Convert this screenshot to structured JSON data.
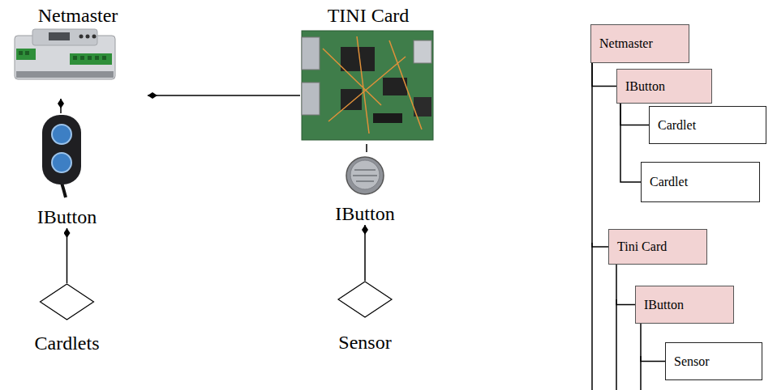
{
  "diagram": {
    "nodes": [
      {
        "text": [
          "Netmaster"
        ]
      },
      {
        "text": [
          "TINI Card"
        ]
      },
      {
        "text": [
          "IButton"
        ]
      },
      {
        "text": [
          "IButton"
        ]
      },
      {
        "text": [
          "Cardlets"
        ]
      },
      {
        "text": [
          "Sensor"
        ]
      },
      {
        "text": [
          "Netmaster"
        ]
      },
      {
        "text": [
          "IButton"
        ]
      },
      {
        "text": [
          "Cardlet"
        ]
      },
      {
        "text": [
          "Cardlet"
        ]
      },
      {
        "text": [
          "Tini Card"
        ]
      },
      {
        "text": [
          "IButton"
        ]
      },
      {
        "text": [
          "Sensor"
        ]
      }
    ],
    "edges": [
      {
        "from": 1,
        "to": 0,
        "arrow": "to"
      },
      {
        "from": 2,
        "to": 0,
        "arrow": "to"
      },
      {
        "from": 4,
        "to": 2,
        "arrow": "to"
      },
      {
        "from": 1,
        "to": 3,
        "arrow": "none"
      },
      {
        "from": 5,
        "to": 3,
        "arrow": "to"
      },
      {
        "from": 6,
        "to": 7,
        "arrow": "none"
      },
      {
        "from": 7,
        "to": 8,
        "arrow": "none"
      },
      {
        "from": 7,
        "to": 9,
        "arrow": "none"
      },
      {
        "from": 6,
        "to": 10,
        "arrow": "none"
      },
      {
        "from": 10,
        "to": 11,
        "arrow": "none"
      },
      {
        "from": 11,
        "to": 12,
        "arrow": "none"
      }
    ]
  }
}
